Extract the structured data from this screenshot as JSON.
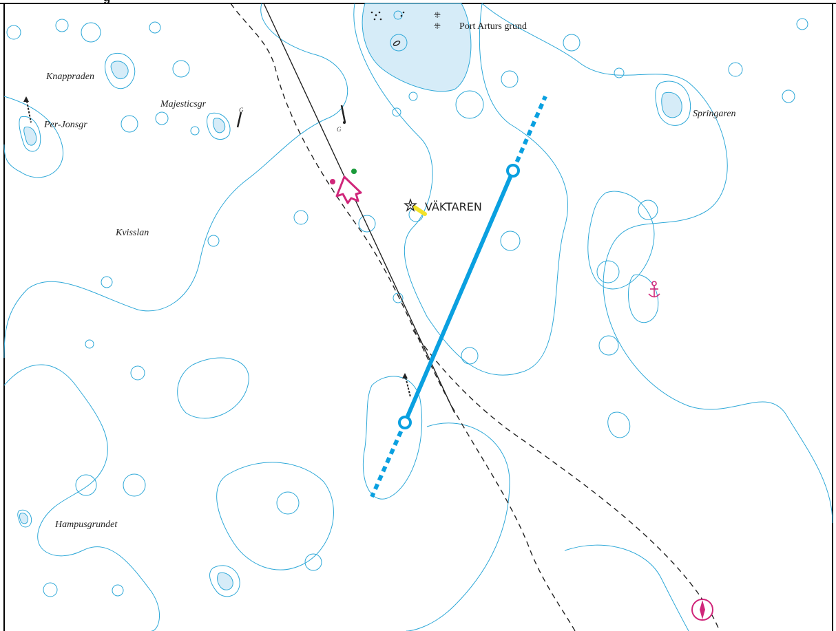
{
  "map": {
    "title_fragment": "g",
    "labels": {
      "port_arturs_grund": "Port Arturs grund",
      "knappraden": "Knappraden",
      "majesticsgr": "Majesticsgr",
      "per_jonsgr": "Per-Jonsgr",
      "springaren": "Springaren",
      "vaktaren": "VÄKTAREN",
      "kvisslan": "Kvisslan",
      "hampusgrundet": "Hampusgrundet",
      "g_marker_1": "G",
      "g_marker_2": "G"
    },
    "colors": {
      "water_contour": "#2ea8d8",
      "shoal_fill": "#d6ecf8",
      "route_blue": "#0aa0e0",
      "vessel_magenta": "#d0267a",
      "green_light": "#1a9a3a",
      "lighthouse_glow": "#f2e22a",
      "track_black": "#222222"
    },
    "icons": [
      "vessel-arrow-icon",
      "lighthouse-star-icon",
      "anchor-icon",
      "compass-rose-icon",
      "beacon-icon",
      "wreck-icon",
      "rock-icon"
    ]
  }
}
